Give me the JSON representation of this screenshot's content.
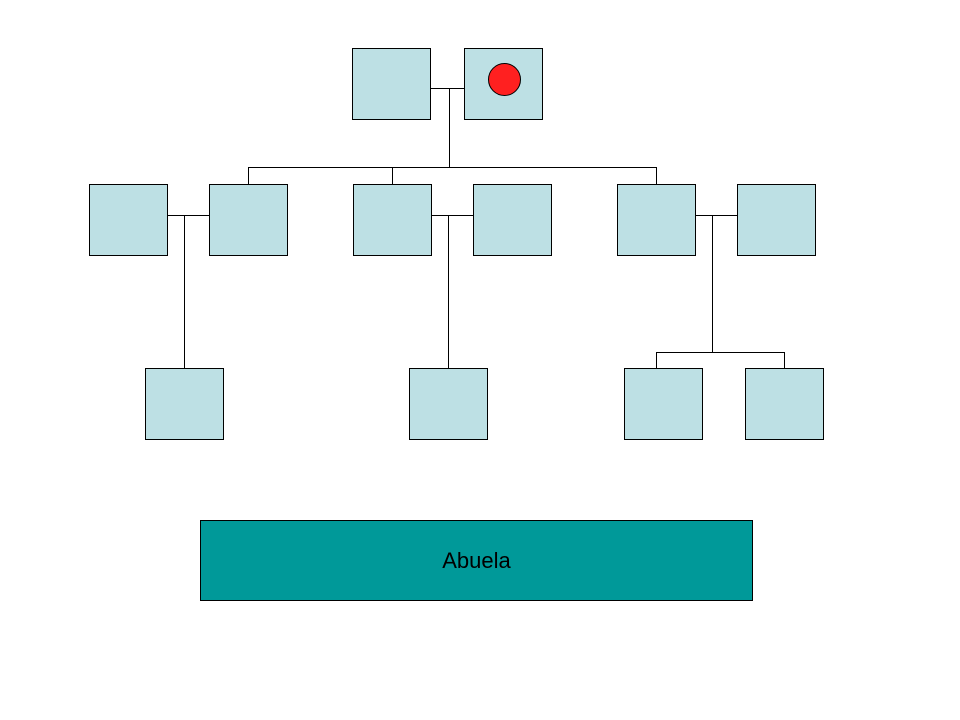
{
  "diagram": {
    "caption": "Abuela",
    "colors": {
      "node_fill": "#bde0e4",
      "caption_fill": "#009999",
      "marker_fill": "#ff2020",
      "line": "#000000"
    },
    "marker": {
      "shape": "circle",
      "on_node": "grandmother"
    },
    "nodes": [
      {
        "id": "grandfather",
        "generation": 1
      },
      {
        "id": "grandmother",
        "generation": 1,
        "marked": true
      },
      {
        "id": "child-1",
        "generation": 2
      },
      {
        "id": "child-1-spouse",
        "generation": 2
      },
      {
        "id": "child-2",
        "generation": 2
      },
      {
        "id": "child-2-spouse",
        "generation": 2
      },
      {
        "id": "child-3",
        "generation": 2
      },
      {
        "id": "child-3-spouse",
        "generation": 2
      },
      {
        "id": "grandchild-1",
        "generation": 3
      },
      {
        "id": "grandchild-2",
        "generation": 3
      },
      {
        "id": "grandchild-3",
        "generation": 3
      },
      {
        "id": "grandchild-4",
        "generation": 3
      }
    ],
    "couples": [
      [
        "grandfather",
        "grandmother"
      ],
      [
        "child-1",
        "child-1-spouse"
      ],
      [
        "child-2",
        "child-2-spouse"
      ],
      [
        "child-3",
        "child-3-spouse"
      ]
    ],
    "descent": [
      {
        "from": [
          "grandfather",
          "grandmother"
        ],
        "to": [
          "child-1-spouse",
          "child-2",
          "child-3-spouse"
        ]
      },
      {
        "from": [
          "child-1",
          "child-1-spouse"
        ],
        "to": [
          "grandchild-1"
        ]
      },
      {
        "from": [
          "child-2",
          "child-2-spouse"
        ],
        "to": [
          "grandchild-2"
        ]
      },
      {
        "from": [
          "child-3",
          "child-3-spouse"
        ],
        "to": [
          "grandchild-3",
          "grandchild-4"
        ]
      }
    ]
  }
}
